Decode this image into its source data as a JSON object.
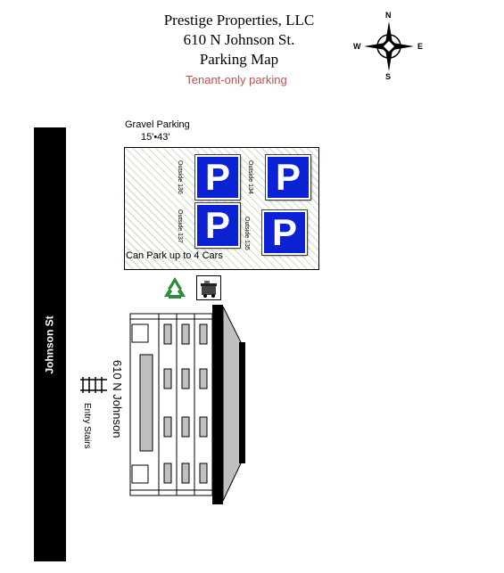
{
  "header": {
    "line1": "Prestige Properties, LLC",
    "line2": "610 N Johnson St.",
    "line3": "Parking Map",
    "note": "Tenant-only parking"
  },
  "compass": {
    "n": "N",
    "s": "S",
    "e": "E",
    "w": "W"
  },
  "street": {
    "label": "Johnson St",
    "color": "#000000"
  },
  "lot": {
    "title": "Gravel Parking",
    "dimensions": "15'•43'",
    "capacity": "Can Park up to 4 Cars",
    "spots": [
      {
        "sign": "P",
        "label": "Outside 136"
      },
      {
        "sign": "P",
        "label": "Outside 134"
      },
      {
        "sign": "P",
        "label": "Outside 137"
      },
      {
        "sign": "P",
        "label": "Outside 135"
      }
    ],
    "sign_color": "#0b22d4"
  },
  "icons": [
    "recycling-icon",
    "trash-bin-icon"
  ],
  "building": {
    "address": "610 N Johnson",
    "entry": "Entry Stairs"
  },
  "colors": {
    "note": "#c0504d",
    "recycle": "#2e8b3a",
    "roof": "#bfbfbf"
  }
}
